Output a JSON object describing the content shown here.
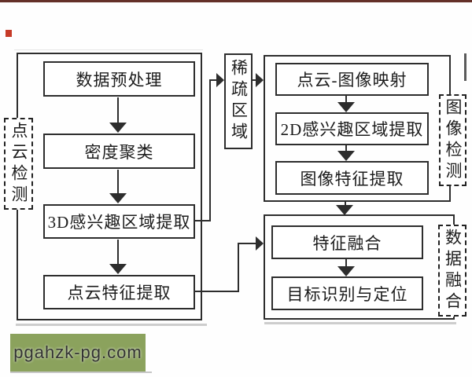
{
  "flowchart": {
    "left_group": {
      "label": "点云检测",
      "steps": [
        "数据预处理",
        "密度聚类",
        "3D感兴趣区域提取",
        "点云特征提取"
      ]
    },
    "sparse_box": {
      "label": "稀疏区域"
    },
    "image_group": {
      "label": "图像检测",
      "steps": [
        "点云-图像映射",
        "2D感兴趣区域提取",
        "图像特征提取"
      ]
    },
    "fusion_group": {
      "label": "数据融合",
      "steps": [
        "特征融合",
        "目标识别与定位"
      ]
    },
    "edges": [
      "数据预处理 -> 密度聚类",
      "密度聚类 -> 3D感兴趣区域提取",
      "3D感兴趣区域提取 -> 点云特征提取",
      "3D感兴趣区域提取 -> 稀疏区域",
      "稀疏区域 -> 点云-图像映射",
      "点云-图像映射 -> 2D感兴趣区域提取",
      "2D感兴趣区域提取 -> 图像特征提取",
      "图像特征提取 -> 特征融合",
      "点云特征提取 -> 特征融合",
      "特征融合 -> 目标识别与定位"
    ]
  },
  "watermark": {
    "text": "pgahzk-pg.com",
    "background": "#8ba25d",
    "text_color": "#333333"
  },
  "colors": {
    "line": "#2d2d2d",
    "red_top_line": "#643028",
    "red_dot": "#c63b28"
  }
}
